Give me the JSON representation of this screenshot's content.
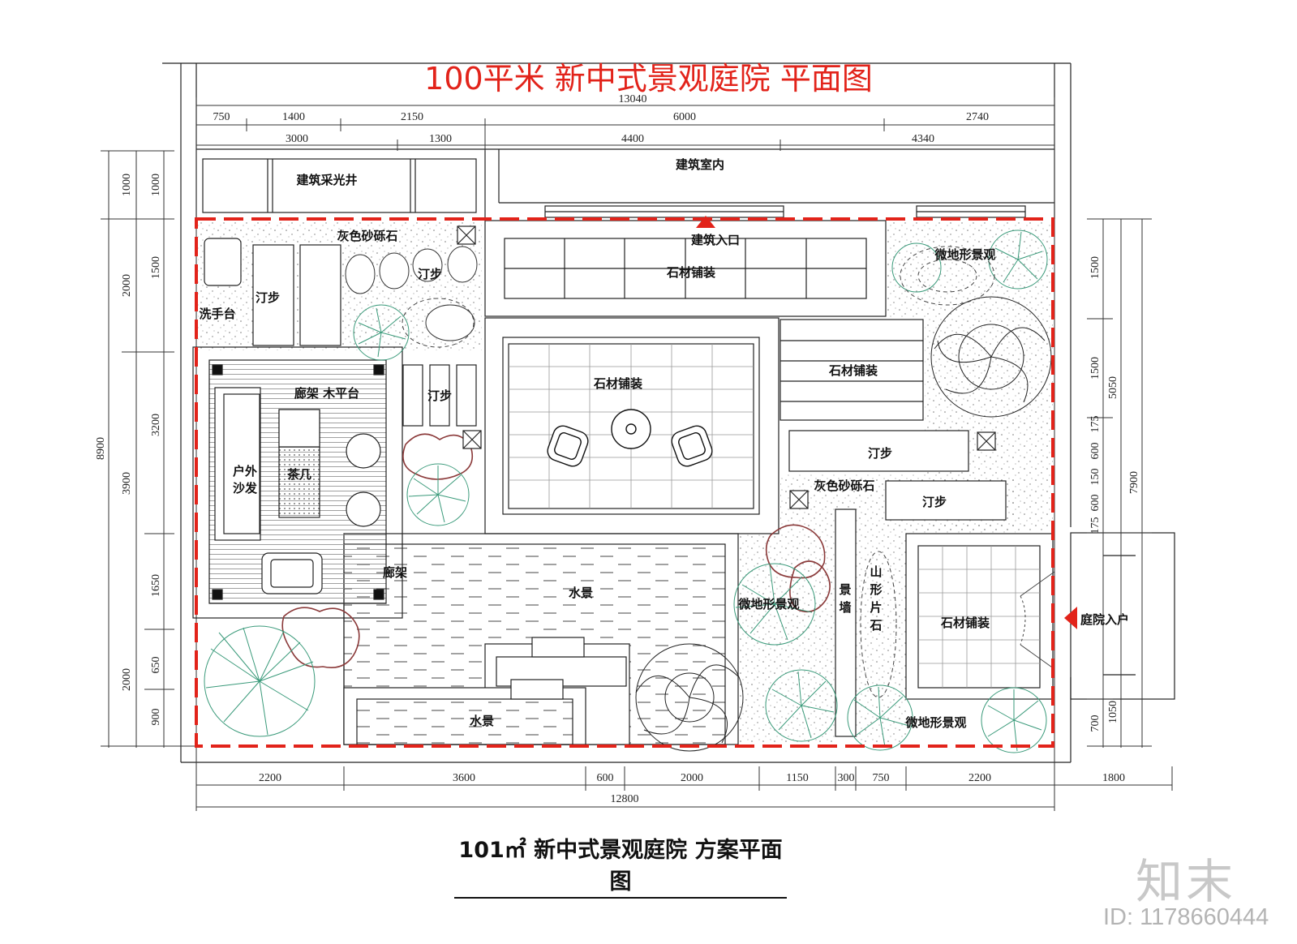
{
  "title": "100平米 新中式景观庭院 平面图",
  "subtitle": "101㎡ 新中式景观庭院 方案平面图",
  "watermark": {
    "logo": "知末",
    "id": "ID: 1178660444"
  },
  "colors": {
    "title_red": "#e2231a",
    "boundary_red": "#e2231a",
    "plant_green": "#3a9a7a",
    "line": "#222222"
  },
  "dims": {
    "top_total": "13040",
    "top_row1": [
      "750",
      "1400",
      "2150",
      "6000",
      "2740"
    ],
    "top_row2": [
      "3000",
      "1300",
      "4400",
      "4340"
    ],
    "bottom_row1": [
      "2200",
      "3600",
      "600",
      "2000",
      "1150",
      "300",
      "750",
      "2200",
      "1800"
    ],
    "bottom_total": "12800",
    "left_outer": [
      "1000",
      "2000",
      "3900",
      "2000"
    ],
    "left_total": "8900",
    "left_inner": [
      "1000",
      "1500",
      "3200",
      "1650",
      "650",
      "900"
    ],
    "right_inner": [
      "1500",
      "1500",
      "175",
      "600",
      "150",
      "600",
      "175",
      "700"
    ],
    "right_mid": [
      "5050"
    ],
    "right_outer": [
      "7900"
    ],
    "right_small": [
      "1050"
    ]
  },
  "labels": {
    "lightwell": "建筑采光井",
    "indoor": "建筑室内",
    "entrance": "建筑入口",
    "stone_paving": "石材铺装",
    "gravel": "灰色砂砾石",
    "stepping_stone": "汀步",
    "wash_basin": "洗手台",
    "pergola_deck": "廊架 木平台",
    "outdoor_sofa": "户外沙发",
    "tea_table": "茶几",
    "pergola": "廊架",
    "water_feature": "水景",
    "micro_terrain": "微地形景观",
    "feature_wall": "景墙",
    "rockery": "山形片石",
    "yard_entry": "庭院入户"
  }
}
